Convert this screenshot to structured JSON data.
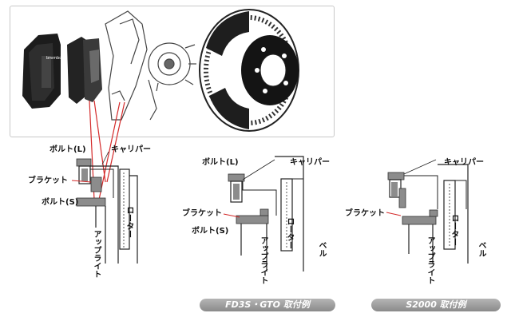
{
  "photo": {
    "caliper_brand_mark": "brembo"
  },
  "diagram1": {
    "bolt_l": "ボルト(L)",
    "caliper": "キャリパー",
    "bracket": "ブラケット",
    "bolt_s": "ボルト(S)",
    "rotor": "ローター",
    "upright": "アップライト"
  },
  "diagram2": {
    "bolt_l": "ボルト(L)",
    "caliper": "キャリパー",
    "bracket": "ブラケット",
    "bolt_s": "ボルト(S)",
    "rotor": "ローター",
    "upright": "アップライト",
    "bell": "ベル",
    "caption": "FD3S・GTO 取付例"
  },
  "diagram3": {
    "caliper": "キャリパー",
    "bracket": "ブラケット",
    "rotor": "ローター",
    "upright": "アップライト",
    "bell": "ベル",
    "caption": "S2000 取付例"
  },
  "colors": {
    "leader_red": "#d42a2a",
    "part_gray": "#8c8c8c",
    "line_dark": "#222222"
  }
}
